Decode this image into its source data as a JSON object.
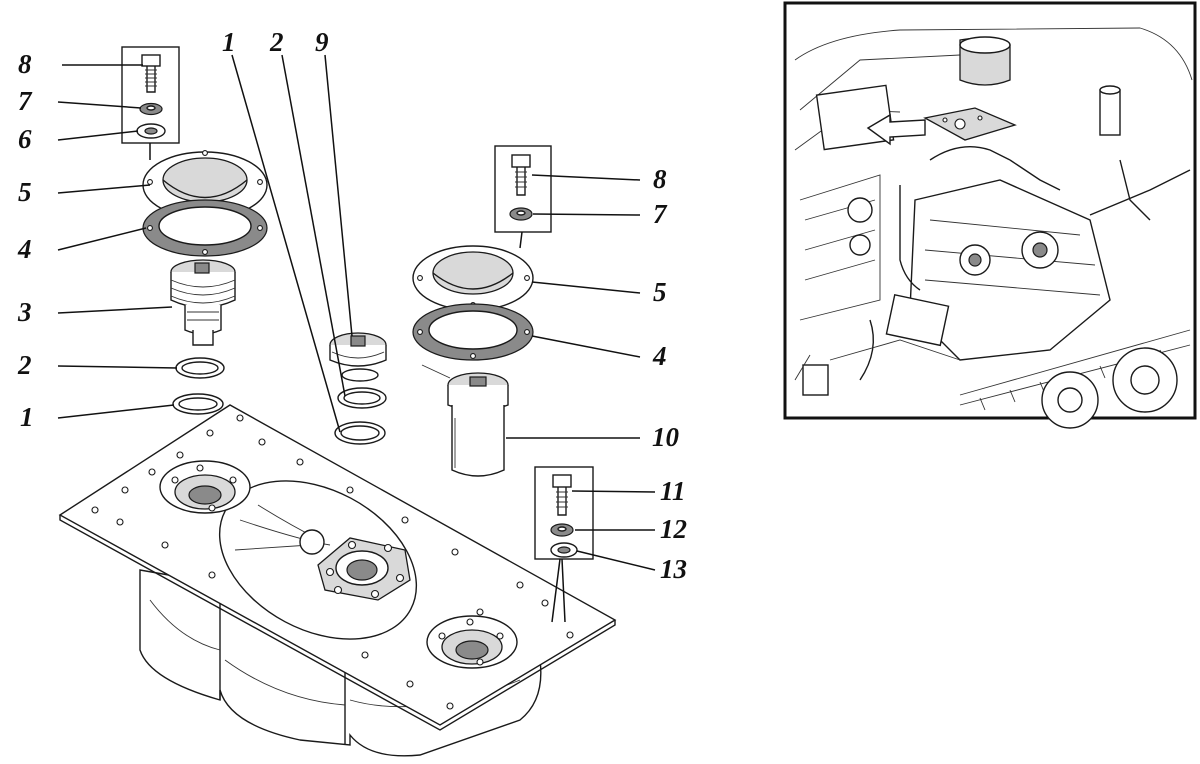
{
  "callouts": {
    "left_8": "8",
    "left_7": "7",
    "left_6": "6",
    "left_5": "5",
    "left_4": "4",
    "left_3": "3",
    "left_2": "2",
    "left_1": "1",
    "top_1": "1",
    "top_2": "2",
    "top_9": "9",
    "right_8": "8",
    "right_7": "7",
    "right_5": "5",
    "right_4": "4",
    "right_10": "10",
    "right_11": "11",
    "right_12": "12",
    "right_13": "13"
  },
  "colors": {
    "ink": "#1a1a1a",
    "paper": "#ffffff",
    "shade": "#d9d9d9"
  }
}
